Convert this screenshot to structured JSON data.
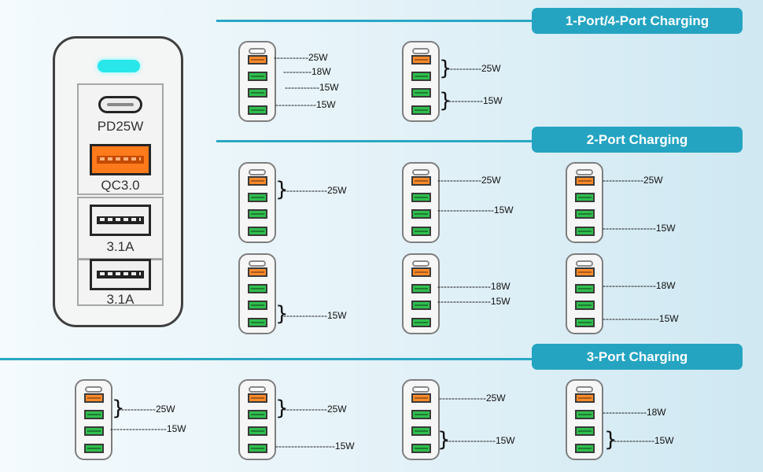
{
  "headers": {
    "one_four_port": "1-Port/4-Port Charging",
    "two_port": "2-Port Charging",
    "three_port": "3-Port Charging"
  },
  "main_charger": {
    "labels": [
      "PD25W",
      "QC3.0",
      "3.1A",
      "3.1A"
    ]
  },
  "colors": {
    "accent": "#25a4c2",
    "qc_port": "#ff8a2a",
    "usb_port": "#2fbf4d",
    "led": "#28e6ea"
  },
  "diagrams": [
    {
      "labels": [
        "-----------25W",
        "---------18W",
        "-----------15W",
        "-------------15W"
      ]
    },
    {
      "labels": [
        "-----------25W",
        "-----------15W"
      ]
    },
    {
      "labels": [
        "--------------25W"
      ]
    },
    {
      "labels": [
        "--------------25W",
        "------------------15W"
      ]
    },
    {
      "labels": [
        "-------------25W",
        "-----------------15W"
      ]
    },
    {
      "labels": [
        "--------------15W"
      ]
    },
    {
      "labels": [
        "-----------------18W",
        "-----------------15W"
      ]
    },
    {
      "labels": [
        "-----------------18W",
        "------------------15W"
      ]
    },
    {
      "labels": [
        "------------25W",
        "------------------15W"
      ]
    },
    {
      "labels": [
        "--------------25W",
        "-------------------15W"
      ]
    },
    {
      "labels": [
        "---------------25W",
        "----------------15W"
      ]
    },
    {
      "labels": [
        "--------------18W",
        "--------------15W"
      ]
    }
  ]
}
